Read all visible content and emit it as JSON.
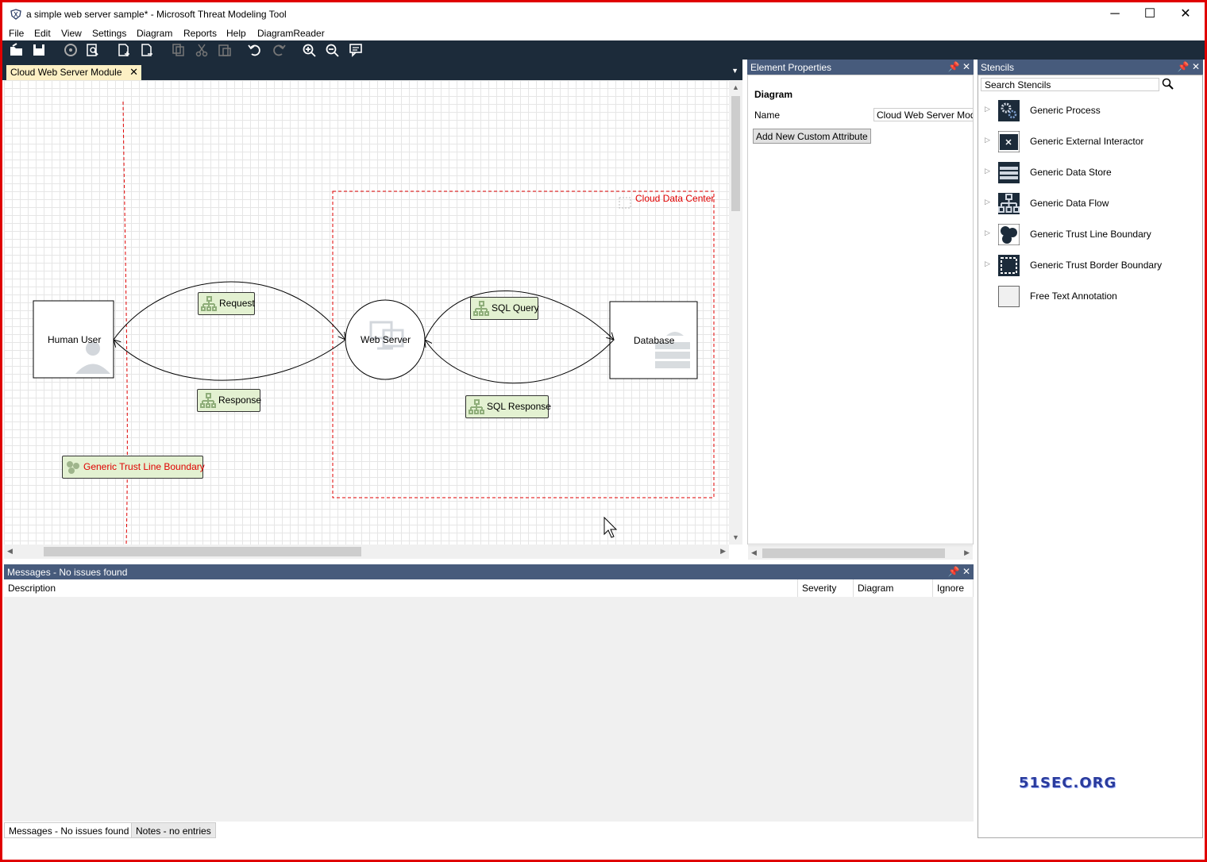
{
  "window": {
    "title": "a simple web server sample* - Microsoft Threat Modeling Tool",
    "controls": [
      "minimize",
      "maximize",
      "close"
    ]
  },
  "menu": [
    "File",
    "Edit",
    "View",
    "Settings",
    "Diagram",
    "Reports",
    "Help",
    "DiagramReader"
  ],
  "toolbar": [
    "open-icon",
    "save-icon",
    "analysis-icon",
    "report-icon",
    "new-diagram-icon",
    "delete-diagram-icon",
    "copy-icon",
    "cut-icon",
    "paste-icon",
    "undo-icon",
    "redo-icon",
    "zoom-in-icon",
    "zoom-out-icon",
    "comment-icon"
  ],
  "doc_tab": {
    "label": "Cloud Web Server Module"
  },
  "diagram": {
    "nodes": {
      "human_user": "Human User",
      "web_server": "Web Server",
      "database": "Database"
    },
    "flows": {
      "request": "Request",
      "response": "Response",
      "sql_query": "SQL Query",
      "sql_response": "SQL Response"
    },
    "boundaries": {
      "cloud": "Cloud Data Center",
      "trust_line": "Generic Trust Line Boundary"
    }
  },
  "element_properties": {
    "header": "Element Properties",
    "section": "Diagram",
    "name_label": "Name",
    "name_value": "Cloud Web Server Module",
    "add_button": "Add New Custom Attribute"
  },
  "stencils": {
    "header": "Stencils",
    "search_placeholder": "Search Stencils",
    "items": [
      {
        "label": "Generic Process",
        "icon": "gears-icon"
      },
      {
        "label": "Generic External Interactor",
        "icon": "interactor-icon"
      },
      {
        "label": "Generic Data Store",
        "icon": "datastore-icon"
      },
      {
        "label": "Generic Data Flow",
        "icon": "dataflow-icon"
      },
      {
        "label": "Generic Trust Line Boundary",
        "icon": "trustline-icon"
      },
      {
        "label": "Generic Trust Border Boundary",
        "icon": "trustborder-icon"
      },
      {
        "label": "Free Text Annotation",
        "icon": "annotation-icon"
      }
    ]
  },
  "messages": {
    "header": "Messages - No issues found",
    "columns": [
      "Description",
      "Severity",
      "Diagram",
      "Ignore"
    ],
    "tabs": [
      "Messages - No issues found",
      "Notes - no entries"
    ]
  },
  "watermark": "51SEC.ORG",
  "colors": {
    "toolbar": "#1c2b3a",
    "pane_header": "#475b7c",
    "flow_fill": "#e3f1d1",
    "boundary": "#e00000"
  }
}
